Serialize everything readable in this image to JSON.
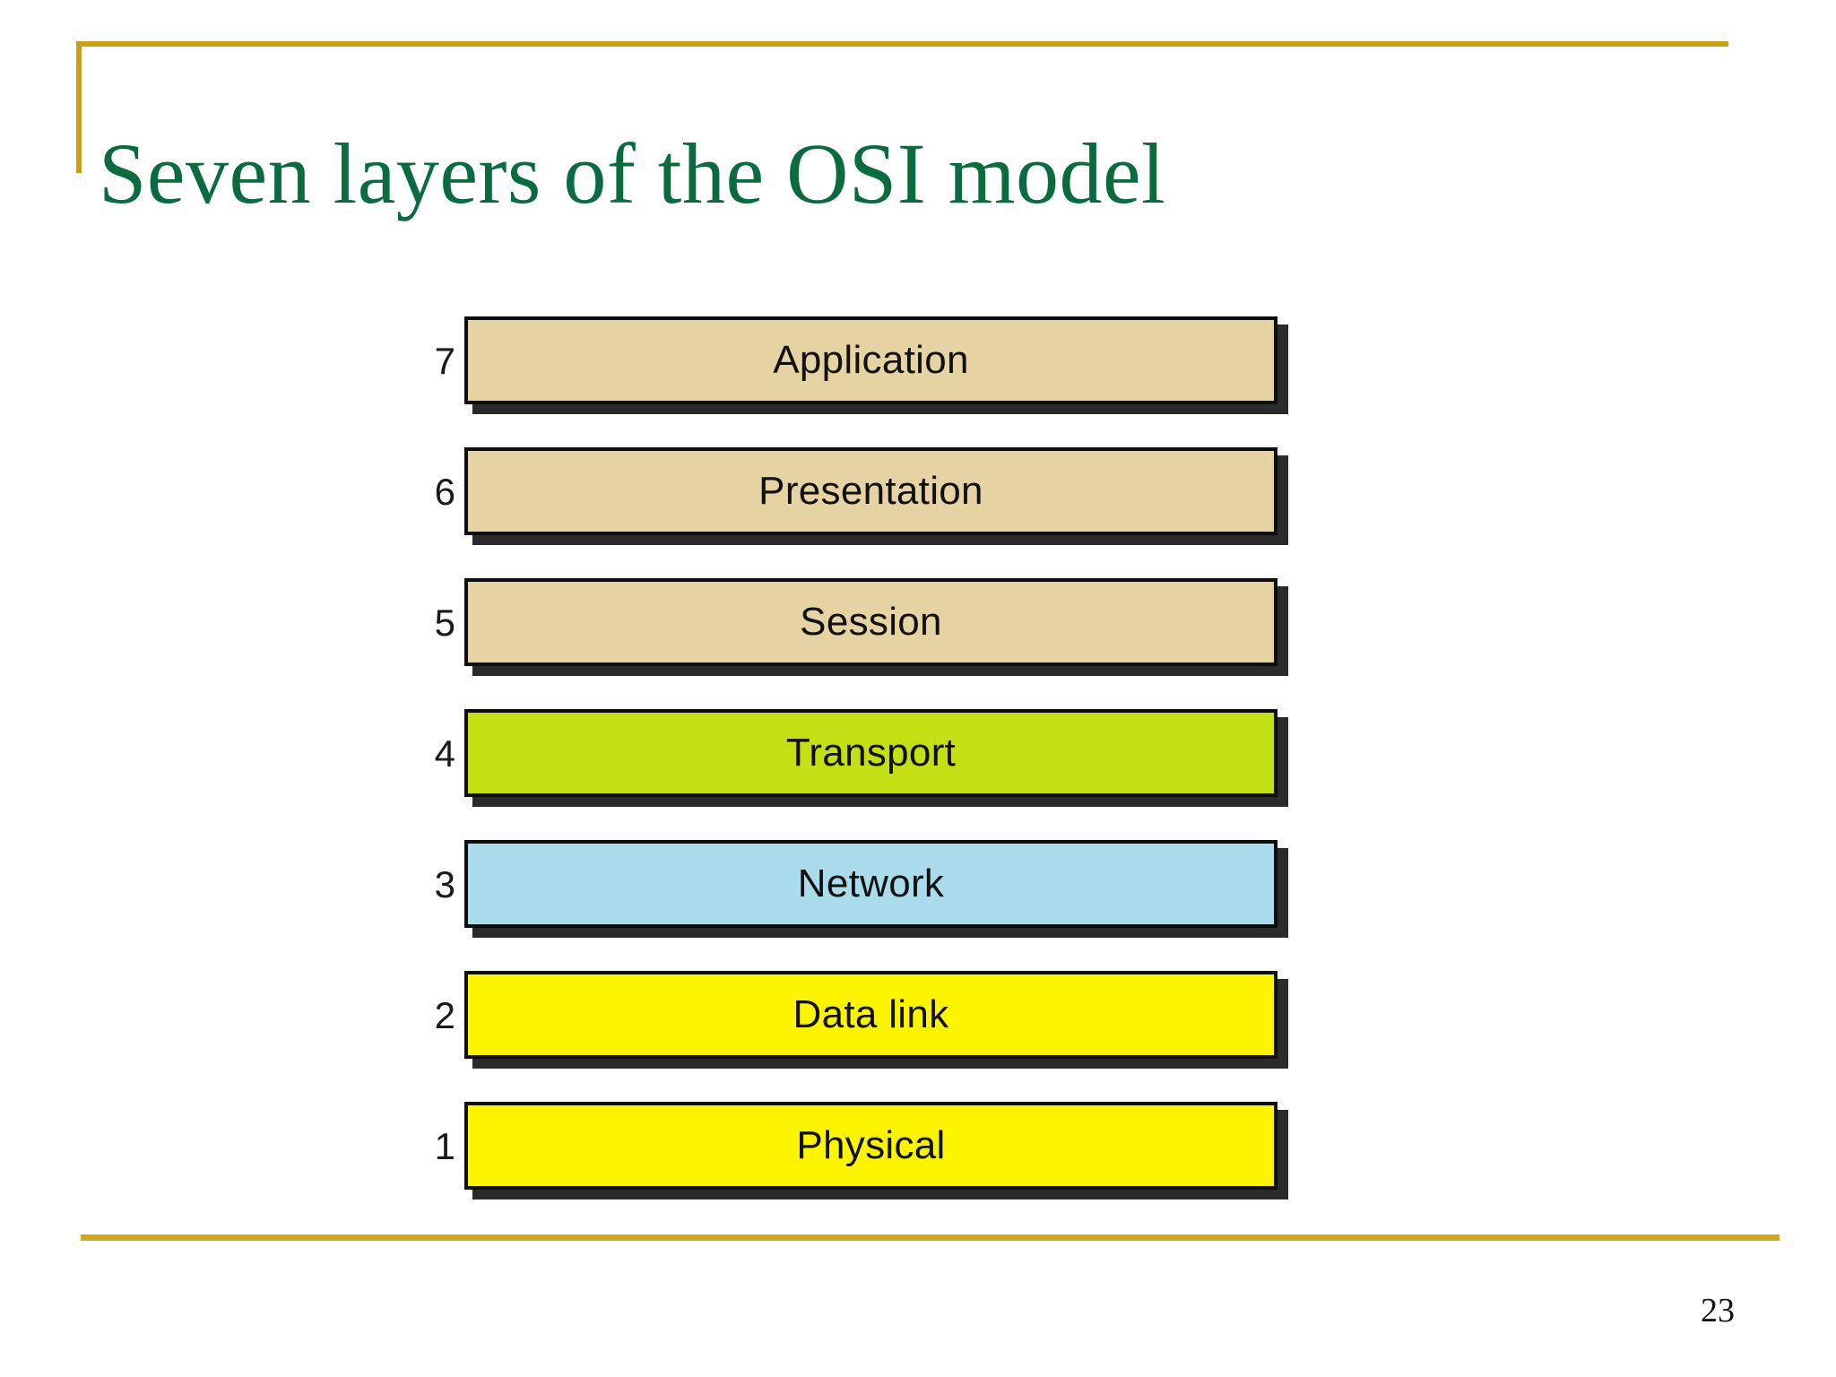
{
  "slide": {
    "title": "Seven layers of the OSI model",
    "page_number": "23",
    "title_color": "#0a6b3e",
    "rule_color": "#c8a015",
    "background_color": "#ffffff"
  },
  "diagram_data": {
    "type": "stacked-layer-diagram",
    "title": "Seven layers of the OSI model",
    "orientation": "vertical-top-is-highest",
    "layers": [
      {
        "number": "7",
        "label": "Application",
        "fill": "#e6d3a3",
        "border": "#0d0d0d",
        "group": "upper"
      },
      {
        "number": "6",
        "label": "Presentation",
        "fill": "#e6d3a3",
        "border": "#0d0d0d",
        "group": "upper"
      },
      {
        "number": "5",
        "label": "Session",
        "fill": "#e6d3a3",
        "border": "#0d0d0d",
        "group": "upper"
      },
      {
        "number": "4",
        "label": "Transport",
        "fill": "#c4e014",
        "border": "#0d0d0d",
        "group": "transport"
      },
      {
        "number": "3",
        "label": "Network",
        "fill": "#aadceb",
        "border": "#0d0d0d",
        "group": "network"
      },
      {
        "number": "2",
        "label": "Data link",
        "fill": "#fdf500",
        "border": "#0d0d0d",
        "group": "lower"
      },
      {
        "number": "1",
        "label": "Physical",
        "fill": "#fdf500",
        "border": "#0d0d0d",
        "group": "lower"
      }
    ],
    "shadow_color": "#2b2b2b"
  }
}
